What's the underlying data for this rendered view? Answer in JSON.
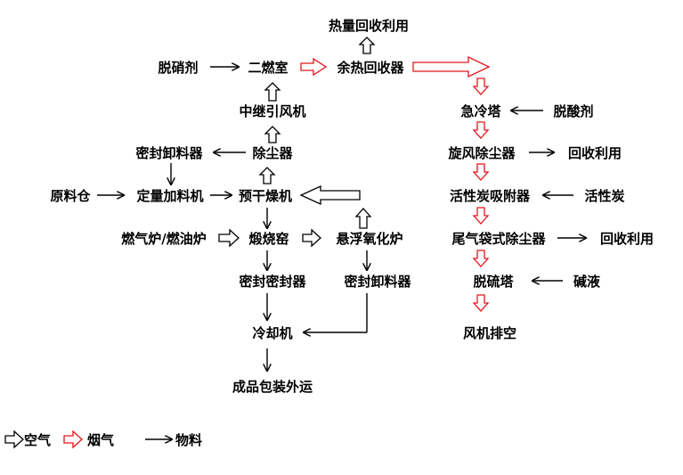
{
  "colors": {
    "air": "#000000",
    "flue": "#e8141b",
    "material": "#000000",
    "background": "#ffffff"
  },
  "nodes": {
    "heat_reuse": "热量回收利用",
    "denitrifier": "脱硝剂",
    "secondary_combustion": "二燃室",
    "waste_heat_recovery": "余热回收器",
    "relay_fan": "中继引风机",
    "quench_tower": "急冷塔",
    "deacid_agent": "脱酸剂",
    "sealed_unloader_1": "密封卸料器",
    "dust_remover": "除尘器",
    "cyclone_dust": "旋风除尘器",
    "recycle_1": "回收利用",
    "raw_bin": "原料仓",
    "quant_feeder": "定量加料机",
    "predryer": "预干燥机",
    "activated_adsorber": "活性炭吸附器",
    "activated_carbon": "活性炭",
    "gas_oil_furnace": "燃气炉/燃油炉",
    "calcining_kiln": "煅烧窑",
    "suspension_oxidizer": "悬浮氧化炉",
    "tail_bag_filter": "尾气袋式除尘器",
    "recycle_2": "回收利用",
    "sealed_sealer": "密封密封器",
    "sealed_unloader_2": "密封卸料器",
    "desulfur_tower": "脱硫塔",
    "alkali": "碱液",
    "cooler": "冷却机",
    "fan_exhaust": "风机排空",
    "product": "成品包装外运"
  },
  "legend": {
    "air": "空气",
    "flue": "烟气",
    "material": "物料"
  }
}
